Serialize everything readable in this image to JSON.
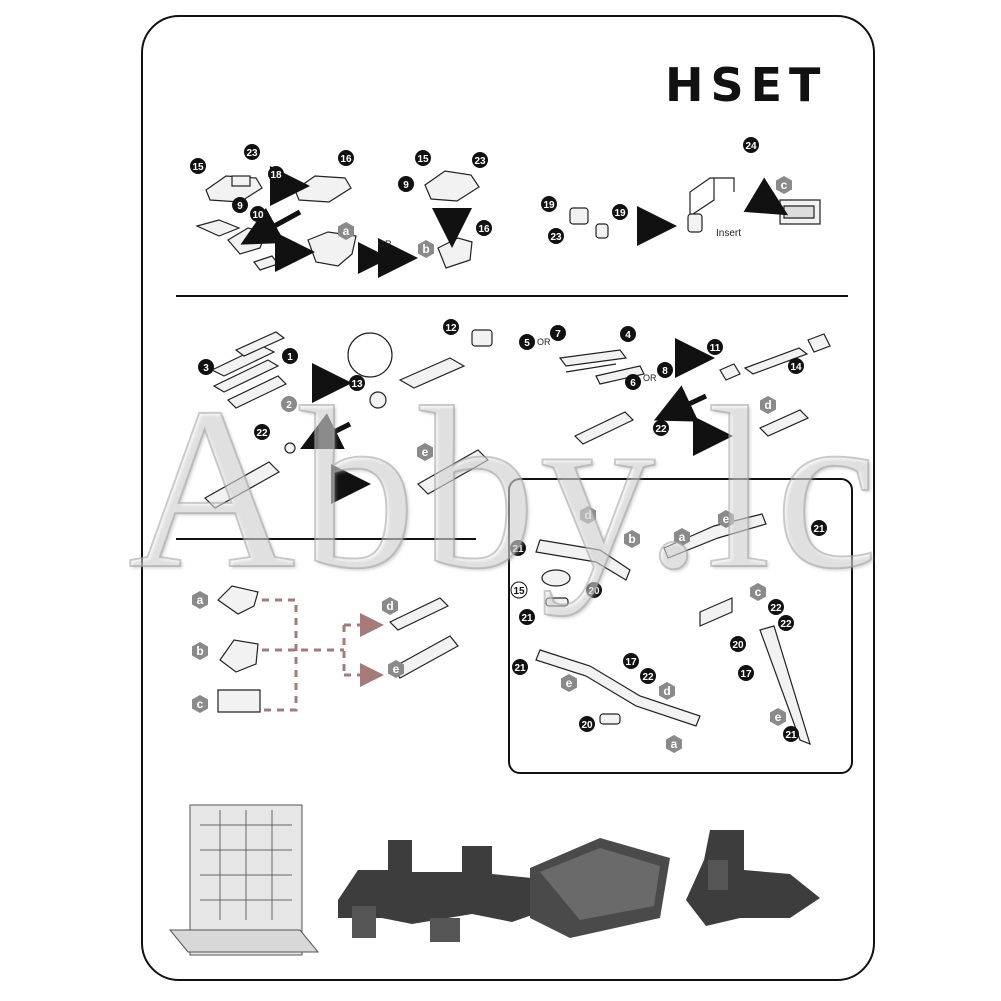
{
  "title": "HSET",
  "insert_label": "Insert",
  "or_label": "OR",
  "watermark": "Abby.lc",
  "part_numbers": [
    "1",
    "2",
    "3",
    "4",
    "5",
    "6",
    "7",
    "8",
    "9",
    "10",
    "11",
    "12",
    "13",
    "14",
    "15",
    "16",
    "17",
    "18",
    "19",
    "20",
    "21",
    "22",
    "23",
    "24"
  ],
  "part_letters": [
    "a",
    "b",
    "c",
    "d",
    "e"
  ],
  "icons": [
    "part-drawing",
    "step-arrow",
    "part-callout-badge",
    "assembly-letter-badge",
    "dashed-flow-connector",
    "product-photo"
  ],
  "colors": {
    "ink": "#111111",
    "badge_gray": "#8a8a8a",
    "dash": "#a77a7a"
  }
}
